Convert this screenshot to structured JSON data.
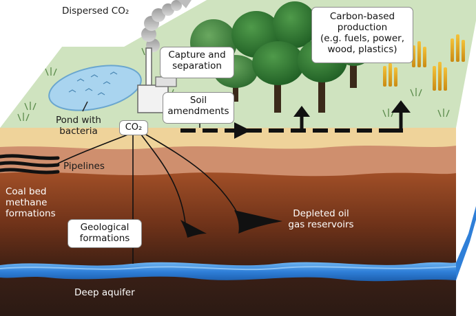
{
  "labels": {
    "dispersed": "Dispersed CO₂",
    "capture_line1": "Capture and",
    "capture_line2": "separation",
    "carbon_line1": "Carbon-based",
    "carbon_line2": "production",
    "carbon_line3": "(e.g. fuels, power,",
    "carbon_line4": "wood, plastics)",
    "soil_line1": "Soil",
    "soil_line2": "amendments",
    "pond_line1": "Pond with",
    "pond_line2": "bacteria",
    "co2": "CO₂",
    "pipelines": "Pipelines",
    "coal_line1": "Coal bed",
    "coal_line2": "methane",
    "coal_line3": "formations",
    "geo_line1": "Geological",
    "geo_line2": "formations",
    "depleted_line1": "Depleted oil",
    "depleted_line2": "gas reservoirs",
    "aquifer": "Deep aquifer"
  },
  "colors": {
    "grass": "#cfe3bf",
    "sand": "#efd39a",
    "clay": "#cf8f6e",
    "rock_top": "#9a4a24",
    "rock_bottom": "#3f2114",
    "water": "#2f7fd8",
    "pond": "#a9d4ef"
  }
}
